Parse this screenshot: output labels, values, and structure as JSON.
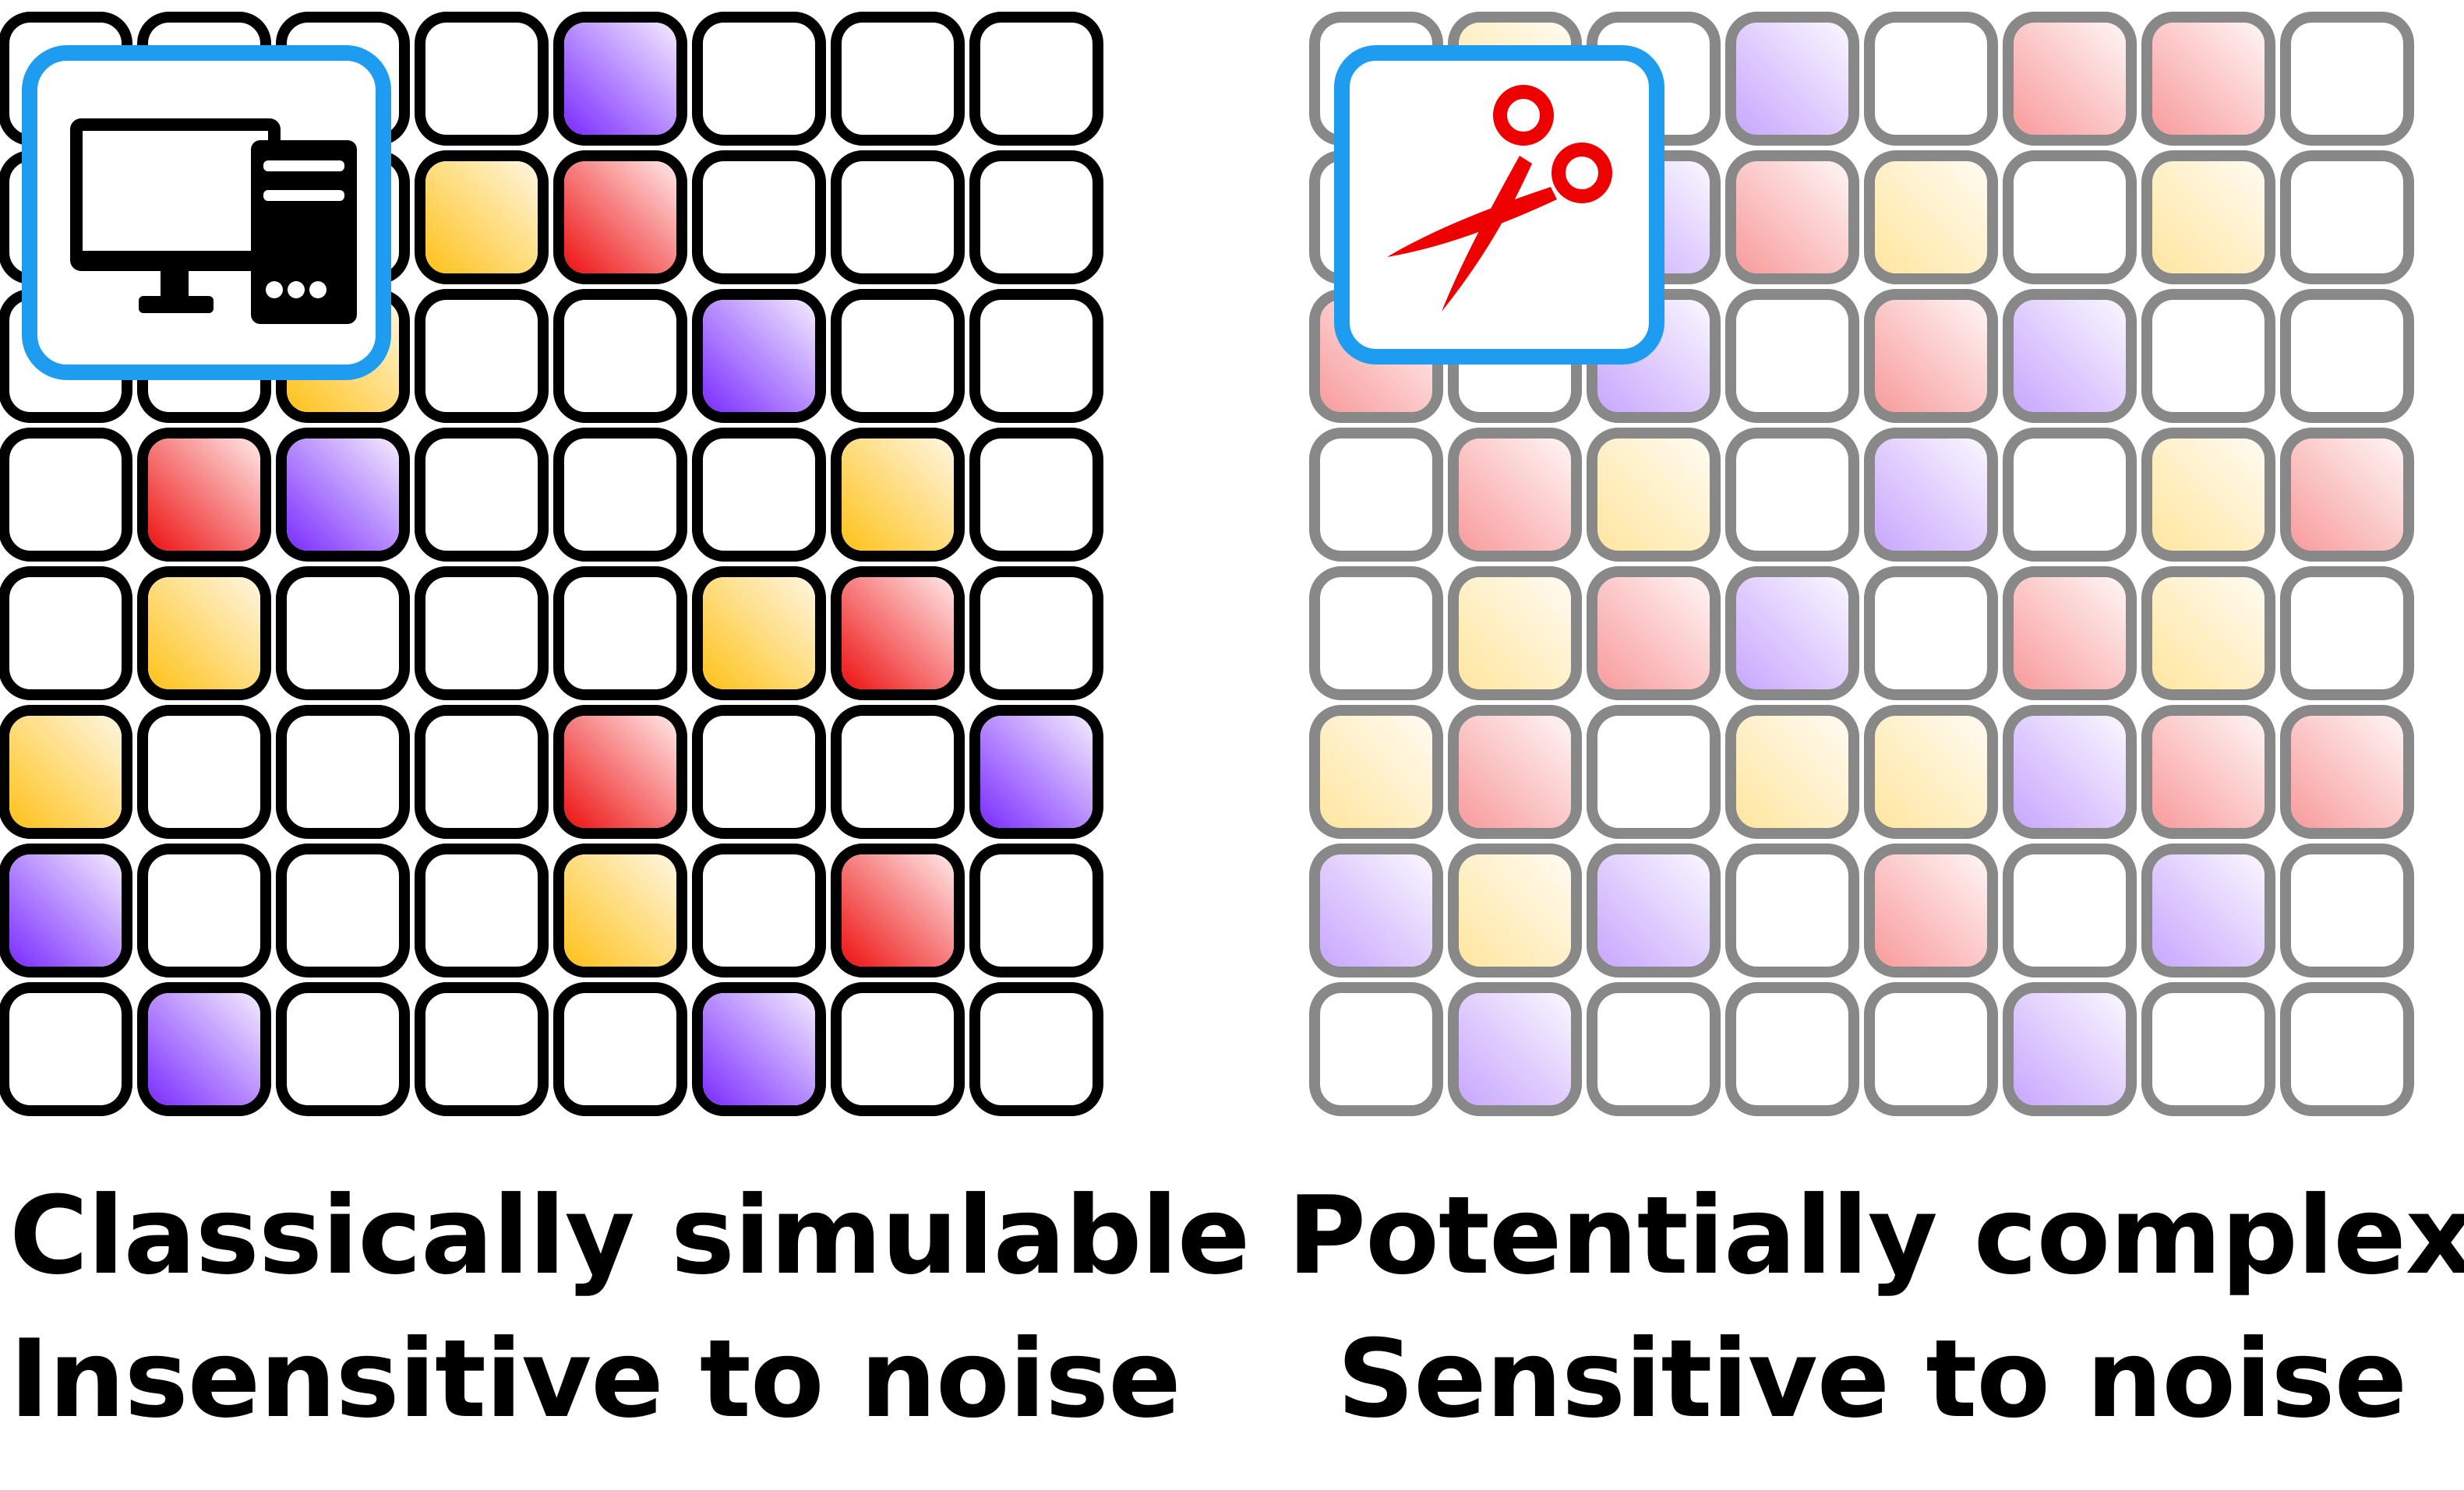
{
  "colors": {
    "background": "#ffffff",
    "purple": "#7b2cff",
    "red": "#ee1111",
    "yellow": "#ffc21a",
    "badge_border": "#1e9cf0",
    "scissors": "#ee0000",
    "grid_stroke_left": "#000000",
    "grid_stroke_right": "#888888"
  },
  "legend_colors": {
    "P": "purple",
    "R": "red",
    "Y": "yellow",
    ".": "empty"
  },
  "panels": [
    {
      "id": "left",
      "name": "classical-panel",
      "style": "bold",
      "badge_icon": "computer-icon",
      "rows": [
        "....P...",
        "...YR...",
        "..Y..P..",
        ".RP...Y.",
        ".Y...YR.",
        "Y...R..P",
        "P...Y.R.",
        ".P...P.."
      ],
      "captions": [
        "Classically simulable",
        "Insensitive to noise"
      ]
    },
    {
      "id": "right",
      "name": "noisy-panel",
      "style": "faded",
      "badge_icon": "scissors-icon",
      "rows": [
        ".Y.P.RR.",
        "..PRY.Y.",
        "R.P.RP..",
        ".RY.P.YR",
        ".YRP.RY.",
        "YR.YYPRR",
        "PYP.R.P.",
        ".P...P.."
      ],
      "captions": [
        "Potentially complex",
        "Sensitive to noise"
      ]
    }
  ]
}
